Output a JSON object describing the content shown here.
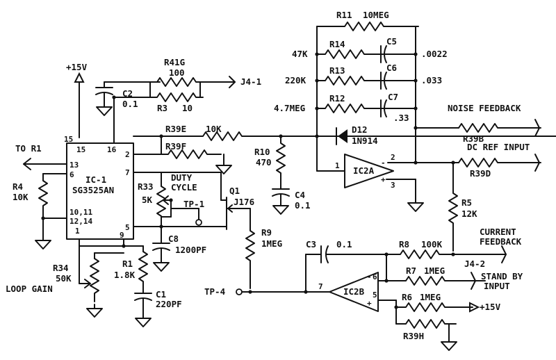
{
  "supply": {
    "label": "+15V"
  },
  "connectors": {
    "to_r1": "TO R1",
    "j4_1": "J4-1",
    "j4_2": "J4-2",
    "tp1": "TP-1",
    "tp4": "TP-4",
    "plus15v_bottom": "+15V",
    "noise_feedback": "NOISE FEEDBACK",
    "dc_ref_input": "DC REF INPUT",
    "current_feedback_1": "CURRENT",
    "current_feedback_2": "FEEDBACK",
    "standby_1": "STAND BY",
    "standby_2": "INPUT"
  },
  "ic1": {
    "name": "IC-1",
    "part": "SG3525AN",
    "pins": {
      "p15_out": "15",
      "p15_in": "15",
      "p16": "16",
      "p2": "2",
      "p7": "7",
      "p13": "13",
      "p6": "6",
      "p10_11": "10,11",
      "p12_14": "12,14",
      "p1": "1",
      "p5": "5",
      "p9": "9"
    }
  },
  "ic2a": {
    "name": "IC2A",
    "pins": {
      "p1": "1",
      "p2": "2",
      "p3": "3",
      "minus": "-",
      "plus": "+"
    }
  },
  "ic2b": {
    "name": "IC2B",
    "pins": {
      "p5": "5",
      "p6": "6",
      "p7": "7",
      "minus": "-",
      "plus": "+"
    }
  },
  "components": {
    "r41g": {
      "ref": "R41G",
      "value": "100"
    },
    "r3": {
      "ref": "R3",
      "value": "10"
    },
    "c2": {
      "ref": "C2",
      "value": "0.1"
    },
    "r39e": {
      "ref": "R39E",
      "value": "10K"
    },
    "r39f": {
      "ref": "R39F"
    },
    "r4": {
      "ref": "R4",
      "value": "10K"
    },
    "r33": {
      "ref": "R33",
      "value": "5K"
    },
    "duty": {
      "line1": "DUTY",
      "line2": "CYCLE"
    },
    "q1": {
      "ref": "Q1",
      "part": "J176"
    },
    "c8": {
      "ref": "C8",
      "value": "1200PF"
    },
    "r10": {
      "ref": "R10",
      "value": "470"
    },
    "c4": {
      "ref": "C4",
      "value": "0.1"
    },
    "r9": {
      "ref": "R9",
      "value": "1MEG"
    },
    "r34": {
      "ref": "R34",
      "value": "50K",
      "name": "LOOP GAIN"
    },
    "r1": {
      "ref": "R1",
      "value": "1.8K"
    },
    "c1": {
      "ref": "C1",
      "value": "220PF"
    },
    "r11": {
      "ref": "R11",
      "value": "10MEG"
    },
    "r14": {
      "ref": "R14",
      "value": "47K"
    },
    "c5": {
      "ref": "C5",
      "value": ".0022"
    },
    "r13": {
      "ref": "R13",
      "value": "220K"
    },
    "c6": {
      "ref": "C6",
      "value": ".033"
    },
    "r12": {
      "ref": "R12",
      "value": "4.7MEG"
    },
    "c7": {
      "ref": "C7",
      "value": ".33"
    },
    "d12": {
      "ref": "D12",
      "part": "1N914"
    },
    "r39b": {
      "ref": "R39B"
    },
    "r39d": {
      "ref": "R39D"
    },
    "r5": {
      "ref": "R5",
      "value": "12K"
    },
    "c3": {
      "ref": "C3",
      "value": "0.1"
    },
    "r8": {
      "ref": "R8",
      "value": "100K"
    },
    "r7": {
      "ref": "R7",
      "value": "1MEG"
    },
    "r6": {
      "ref": "R6",
      "value": "1MEG"
    },
    "r39h": {
      "ref": "R39H"
    }
  }
}
